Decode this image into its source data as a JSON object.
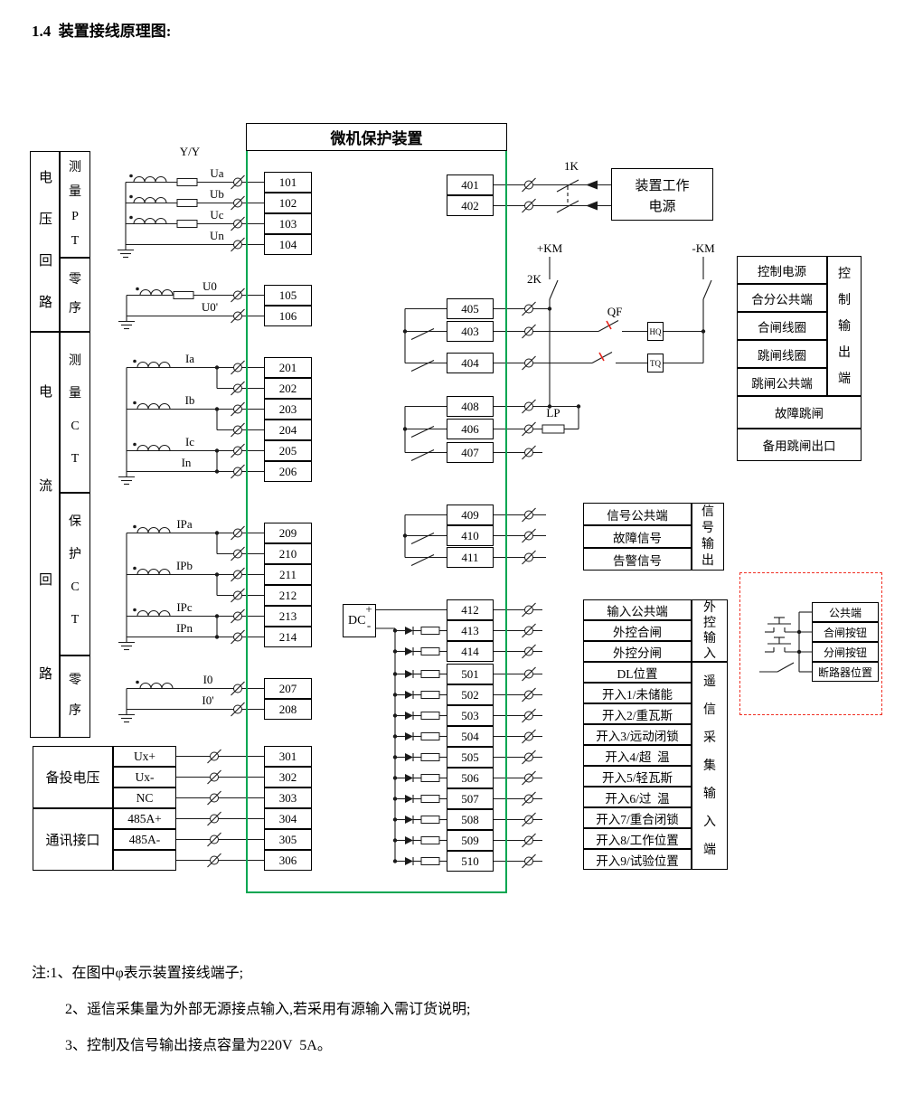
{
  "title": "1.4  装置接线原理图:",
  "device": {
    "title": "微机保护装置"
  },
  "left_panel": {
    "voltage_group": "电压回路",
    "measure_pt": "测量PT",
    "zero_seq_1": "零序",
    "current_group": "电流回路",
    "measure_ct": "测量CT",
    "protect_ct": "保护CT",
    "zero_seq_2": "零序",
    "backup_voltage": "备投电压",
    "backup_rows": [
      "Ux+",
      "Ux-",
      "NC"
    ],
    "comm_interface": "通讯接口",
    "comm_rows": [
      "485A+",
      "485A-"
    ]
  },
  "wire_labels": {
    "yy": "Y/Y",
    "ua": "Ua",
    "ub": "Ub",
    "uc": "Uc",
    "un": "Un",
    "u0": "U0",
    "u0p": "U0'",
    "ia": "Ia",
    "ib": "Ib",
    "ic": "Ic",
    "in_": "In",
    "ipa": "IPa",
    "ipb": "IPb",
    "ipc": "IPc",
    "ipn": "IPn",
    "i0": "I0",
    "i0p": "I0'",
    "k1": "1K",
    "k2": "2K",
    "km_plus": "+KM",
    "km_minus": "-KM",
    "qf": "QF",
    "hq": "HQ",
    "tq": "TQ",
    "lp": "LP",
    "dc": "DC",
    "dc_plus": "+",
    "dc_minus": "-"
  },
  "terminals": {
    "left": [
      "101",
      "102",
      "103",
      "104",
      "105",
      "106",
      "201",
      "202",
      "203",
      "204",
      "205",
      "206",
      "209",
      "210",
      "211",
      "212",
      "213",
      "214",
      "207",
      "208",
      "301",
      "302",
      "303",
      "304",
      "305",
      "306"
    ],
    "right": [
      "401",
      "402",
      "405",
      "403",
      "404",
      "408",
      "406",
      "407",
      "409",
      "410",
      "411",
      "412",
      "413",
      "414",
      "501",
      "502",
      "503",
      "504",
      "505",
      "506",
      "507",
      "508",
      "509",
      "510"
    ]
  },
  "right_panel": {
    "power_box": "装置工作电源",
    "control_rows": [
      "控制电源",
      "合分公共端",
      "合闸线圈",
      "跳闸线圈",
      "跳闸公共端"
    ],
    "control_extra_rows": [
      "故障跳闸",
      "备用跳闸出口"
    ],
    "control_side": "控制输出端",
    "signal_rows": [
      "信号公共端",
      "故障信号",
      "告警信号"
    ],
    "signal_side": "信号输出",
    "extctl_rows": [
      "输入公共端",
      "外控合闸",
      "外控分闸"
    ],
    "extctl_side": "外控输入",
    "remote_rows": [
      "DL位置",
      "开入1/未储能",
      "开入2/重瓦斯",
      "开入3/远动闭锁",
      "开入4/超  温",
      "开入5/轻瓦斯",
      "开入6/过  温",
      "开入7/重合闭锁",
      "开入8/工作位置",
      "开入9/试验位置"
    ],
    "remote_side": "遥信采集输入端",
    "dashed_rows": [
      "公共端",
      "合闸按钮",
      "分闸按钮",
      "断路器位置"
    ]
  },
  "notes": [
    "注:1、在图中φ表示装置接线端子;",
    "2、遥信采集量为外部无源接点输入,若采用有源输入需订货说明;",
    "3、控制及信号输出接点容量为220V  5A。"
  ],
  "colors": {
    "device_border": "#00a651",
    "dashed_border": "#f03024",
    "mark_red": "#e8241c",
    "line": "#1a1a1a"
  }
}
